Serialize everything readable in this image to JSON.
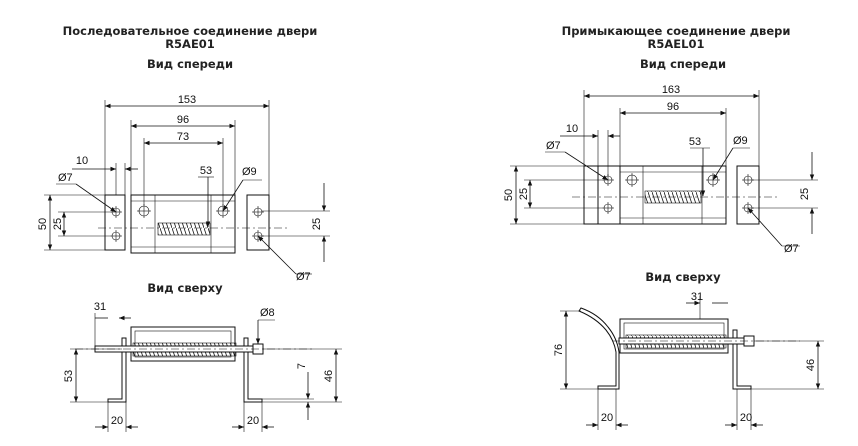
{
  "left": {
    "title_line1": "Последовательное соединение двери",
    "title_line2": "R5AE01",
    "front_view": "Вид спереди",
    "top_view": "Вид сверху",
    "dims": {
      "d153": "153",
      "d96": "96",
      "d73": "73",
      "d10": "10",
      "d53": "53",
      "d7a": "Ø7",
      "d9": "Ø9",
      "d7b": "Ø7",
      "d50": "50",
      "d25a": "25",
      "d25b": "25",
      "d31": "31",
      "d8": "Ø8",
      "d53b": "53",
      "d7c": "7",
      "d46": "46",
      "d20a": "20",
      "d20b": "20"
    }
  },
  "right": {
    "title_line1": "Примыкающее соединение двери",
    "title_line2": "R5AEL01",
    "front_view": "Вид спереди",
    "top_view": "Вид сверху",
    "dims": {
      "d163": "163",
      "d96": "96",
      "d10": "10",
      "d53": "53",
      "d7a": "Ø7",
      "d9": "Ø9",
      "d7b": "Ø7",
      "d50": "50",
      "d25a": "25",
      "d25b": "25",
      "d31": "31",
      "d76": "76",
      "d46": "46",
      "d20a": "20",
      "d20b": "20"
    }
  }
}
